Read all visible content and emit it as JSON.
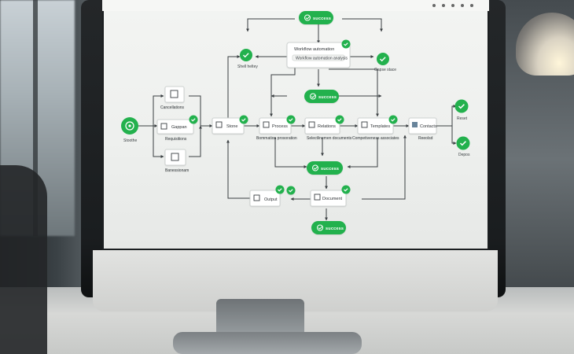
{
  "diagram": {
    "top_pill": "success",
    "workflow_title": "Workflow automation",
    "workflow_subtitle": "Workflow automation analysis",
    "start_label": "Stoothe",
    "node_cancellations": "Cancellations",
    "node_queue": "Gappan",
    "node_requisitions": "Requisitions",
    "node_bottom_left": "Banessionam",
    "node_store": "Stone",
    "node_store_sub": "Shell heltey",
    "node_process": "Process",
    "node_process_sub": "Bommation prosoration",
    "node_relations": "Relations",
    "node_relations_sub": "Selectlinemen documents",
    "node_templates": "Templates",
    "node_templates_sub": "Competiveness associates",
    "node_contacts": "Contacts",
    "node_contacts_sub": "Reeolsd",
    "node_document": "Document",
    "node_output": "Output",
    "node_right_top_label": "Gapse stace",
    "node_right_a": "Reset",
    "node_right_b": "Depos",
    "success_mid": "success",
    "success_center": "success",
    "success_bottom": "success"
  },
  "colors": {
    "accent_green": "#23b14d",
    "screen_bg": "#f1f2f0",
    "line": "#3a3f42"
  }
}
